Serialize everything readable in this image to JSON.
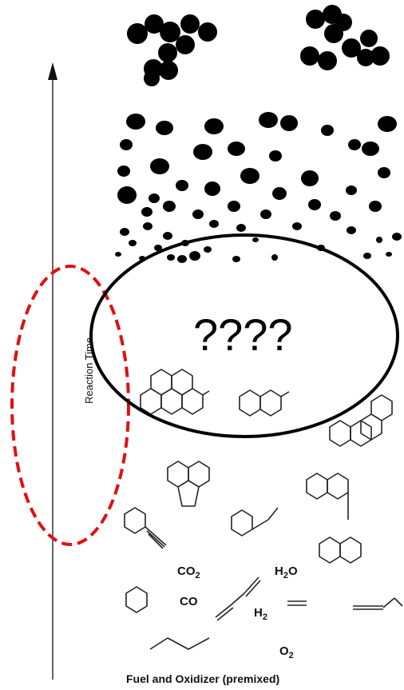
{
  "labels": {
    "axis": "Reaction Time",
    "bottom": "Fuel and Oxidizer (premixed)",
    "unknown": "????"
  },
  "formulas": {
    "co2_main": "CO",
    "co2_sub": "2",
    "h2o_main": "H",
    "h2o_sub": "2",
    "h2o_tail": "O",
    "co": "CO",
    "h2_main": "H",
    "h2_sub": "2",
    "o2_main": "O",
    "o2_sub": "2"
  },
  "colors": {
    "ink": "#000000",
    "highlight": "#e01010"
  }
}
